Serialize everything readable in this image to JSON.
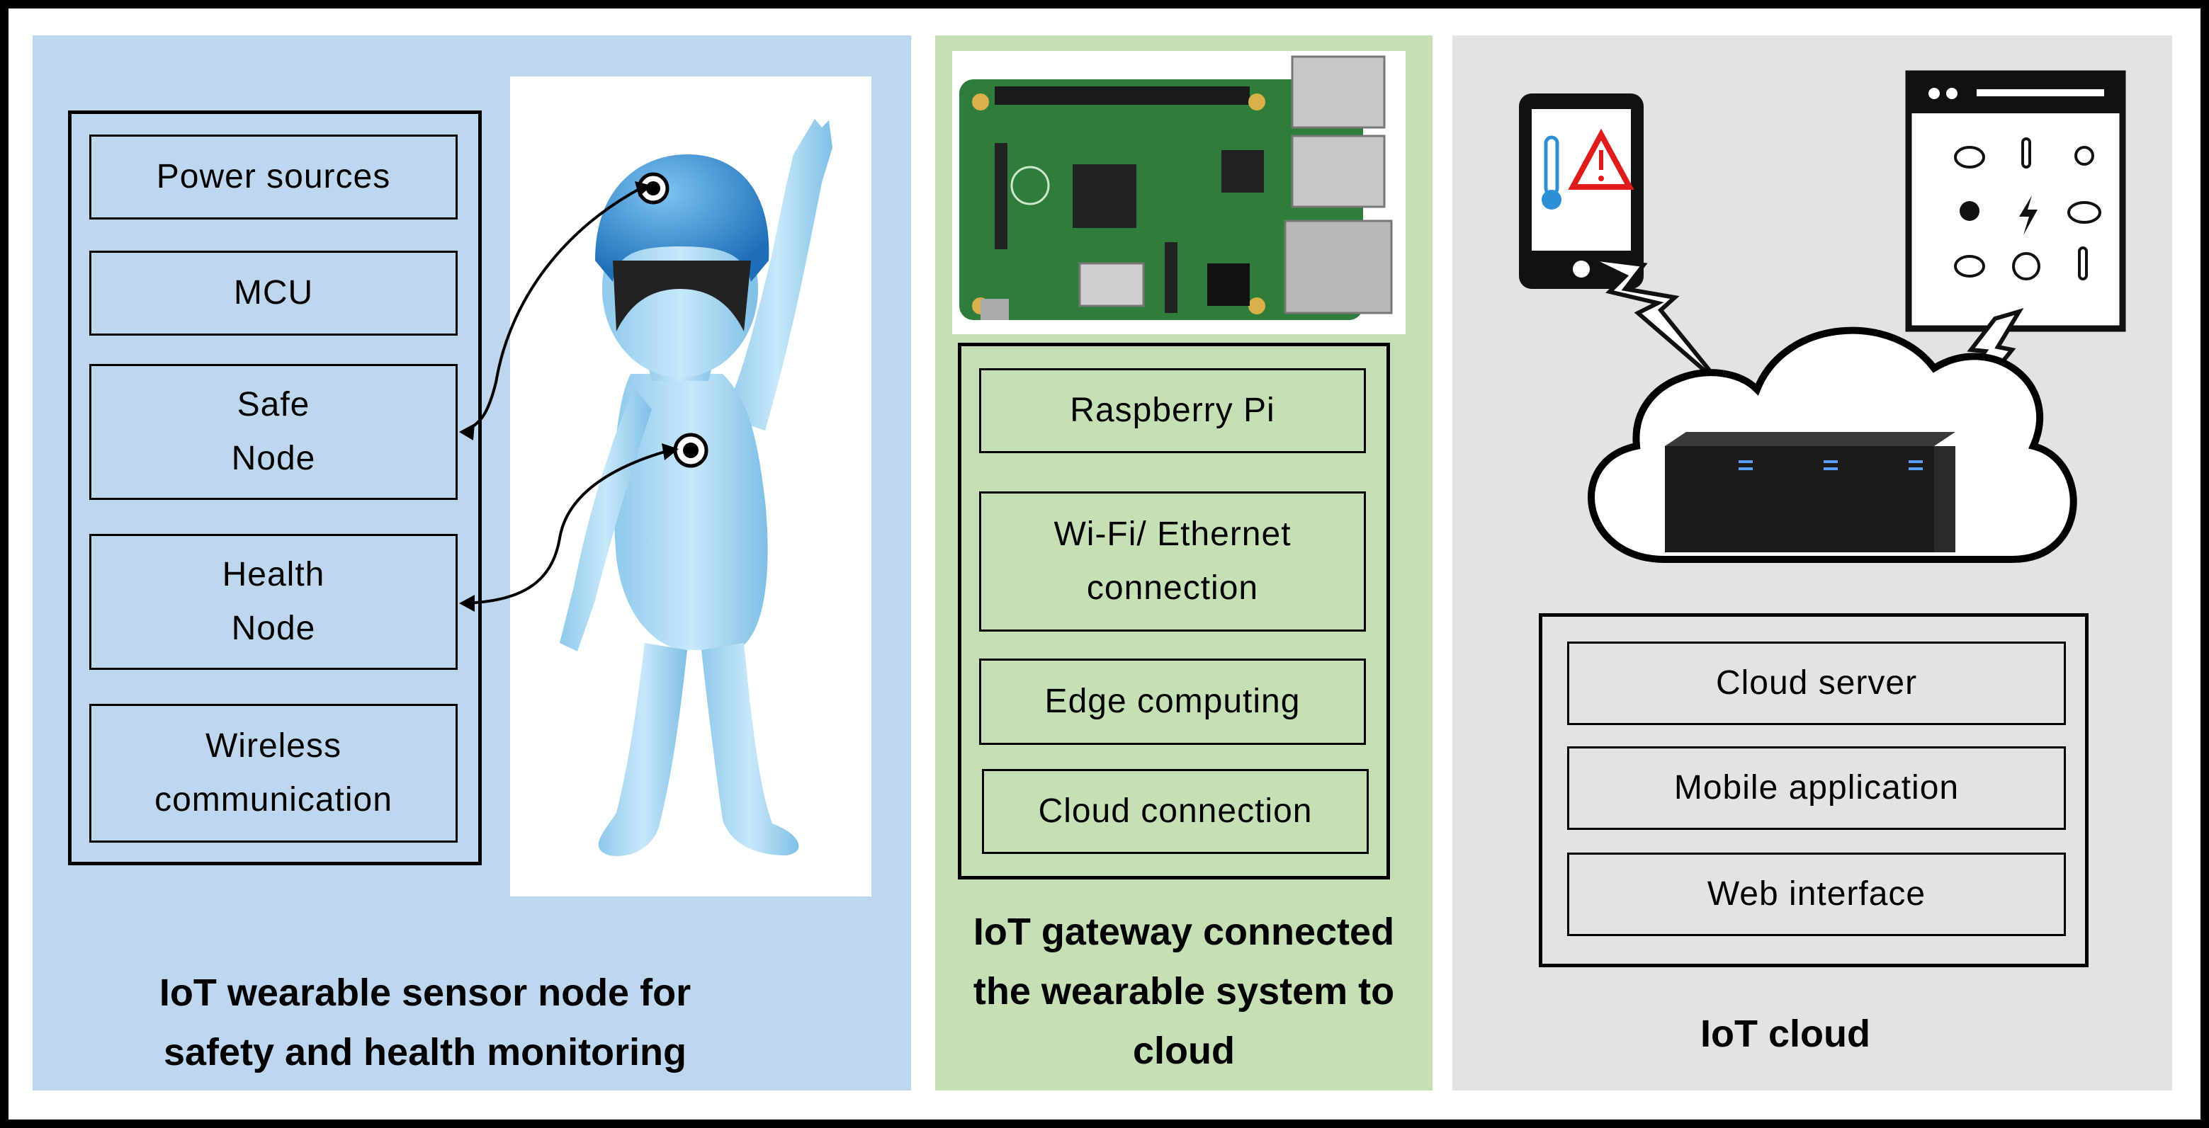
{
  "sensor_node": {
    "components": [
      "Power sources",
      "MCU",
      "Safe\nNode",
      "Health\nNode",
      "Wireless\ncommunication"
    ],
    "caption": "IoT wearable sensor node for\nsafety and health monitoring"
  },
  "gateway": {
    "components": [
      "Raspberry Pi",
      "Wi-Fi/ Ethernet\nconnection",
      "Edge computing",
      "Cloud connection"
    ],
    "caption": "IoT gateway connected\nthe wearable system to\ncloud"
  },
  "cloud": {
    "components": [
      "Cloud server",
      "Mobile application",
      "Web interface"
    ],
    "caption": "IoT cloud"
  },
  "colors": {
    "sensor_panel": "#bdd7ee",
    "gateway_panel": "#c5e0b4",
    "cloud_panel": "#e3e3e3",
    "figure_blue": "#a9d7f0",
    "helmet_blue": "#2f8fd6",
    "alert_red": "#e01b1b"
  },
  "icons": [
    "helmet-sensor-icon",
    "chest-sensor-icon",
    "raspberry-pi-board",
    "smartphone-alert-icon",
    "weather-dashboard-icon",
    "lightning-bolt-icon",
    "cloud-server-icon"
  ]
}
